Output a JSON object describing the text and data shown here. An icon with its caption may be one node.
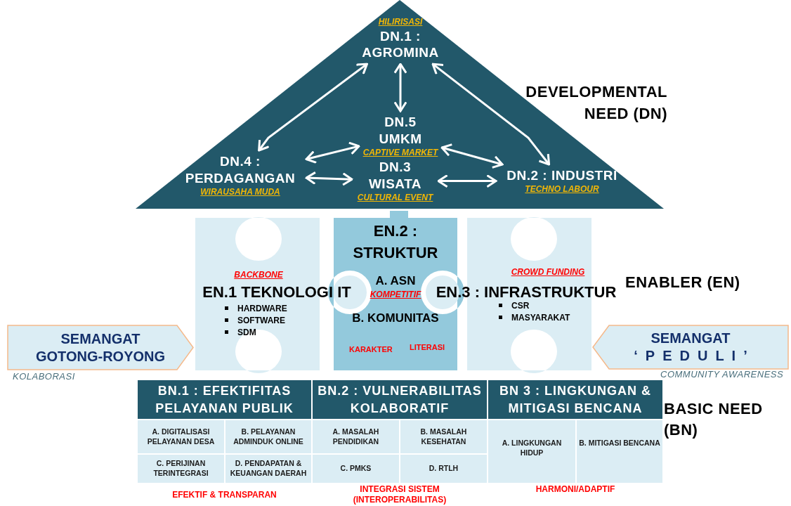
{
  "diagram": {
    "nodes": [
      {
        "text": [],
        "shape": "triangle",
        "beside": [
          "DEVELOPMENTAL NEED (DN)"
        ]
      },
      {
        "text": [
          "HILIRISASI",
          "DN.1 : AGROMINA"
        ],
        "in": 0
      },
      {
        "text": [
          "DN.5 UMKM",
          "CAPTIVE MARKET"
        ],
        "in": 0
      },
      {
        "text": [
          "DN.4 : PERDAGANGAN",
          "WIRAUSAHA MUDA"
        ],
        "in": 0
      },
      {
        "text": [
          "DN.3 WISATA",
          "CULTURAL EVENT"
        ],
        "in": 0
      },
      {
        "text": [
          "DN.2 : INDUSTRI",
          "TECHNO LABOUR"
        ],
        "in": 0
      },
      {
        "text": [
          "BACKBONE",
          "EN.1 TEKNOLOGI IT",
          "HARDWARE",
          "SOFTWARE",
          "SDM"
        ]
      },
      {
        "text": [
          "EN.2 : STRUKTUR",
          "A. ASN",
          "KOMPETITIF",
          "B. KOMUNITAS",
          "KARAKTER",
          "LITERASI"
        ]
      },
      {
        "text": [
          "CROWD FUNDING",
          "EN.3 : INFRASTRUKTUR",
          "CSR",
          "MASYARAKAT"
        ]
      },
      {
        "text": [
          "SEMANGAT GOTONG-ROYONG"
        ],
        "beside": [
          "KOLABORASI"
        ]
      },
      {
        "text": [
          "SEMANGAT",
          "‘PEDULI’"
        ],
        "beside": [
          "COMMUNITY AWARENESS"
        ]
      },
      {
        "text": [
          "BN.1 : EFEKTIFITAS PELAYANAN PUBLIK"
        ]
      },
      {
        "text": [
          "A. DIGITALISASI PELAYANAN DESA"
        ]
      },
      {
        "text": [
          "B. PELAYANAN ADMINDUK ONLINE"
        ]
      },
      {
        "text": [
          "C. PERIJINAN TERINTEGRASI"
        ]
      },
      {
        "text": [
          "D. PENDAPATAN & KEUANGAN DAERAH"
        ]
      },
      {
        "text": [
          "BN.2 : VULNERABILITAS KOLABORATIF"
        ]
      },
      {
        "text": [
          "A. MASALAH PENDIDIKAN"
        ]
      },
      {
        "text": [
          "B. MASALAH KESEHATAN"
        ]
      },
      {
        "text": [
          "C. PMKS"
        ]
      },
      {
        "text": [
          "D. RTLH"
        ]
      },
      {
        "text": [
          "BN 3 : LINGKUNGAN & MITIGASI BENCANA"
        ]
      },
      {
        "text": [
          "A. LINGKUNGAN HIDUP"
        ]
      },
      {
        "text": [
          "B. MITIGASI BENCANA"
        ]
      }
    ],
    "edges": [
      {
        "from": 1,
        "to": 2,
        "arrow": "both"
      },
      {
        "from": 1,
        "to": 3,
        "arrow": "both"
      },
      {
        "from": 1,
        "to": 5,
        "arrow": "both"
      },
      {
        "from": 2,
        "to": 3,
        "arrow": "both"
      },
      {
        "from": 2,
        "to": 5,
        "arrow": "both"
      },
      {
        "from": 3,
        "to": 4,
        "arrow": "both"
      },
      {
        "from": 4,
        "to": 5,
        "arrow": "both"
      }
    ],
    "labels": [
      "ENABLER (EN)",
      "BASIC NEED (BN)",
      "EFEKTIF & TRANSPARAN",
      "INTEGRASI SISTEM (INTEROPERABILITAS)",
      "HARMONI/ADAPTIF"
    ]
  }
}
